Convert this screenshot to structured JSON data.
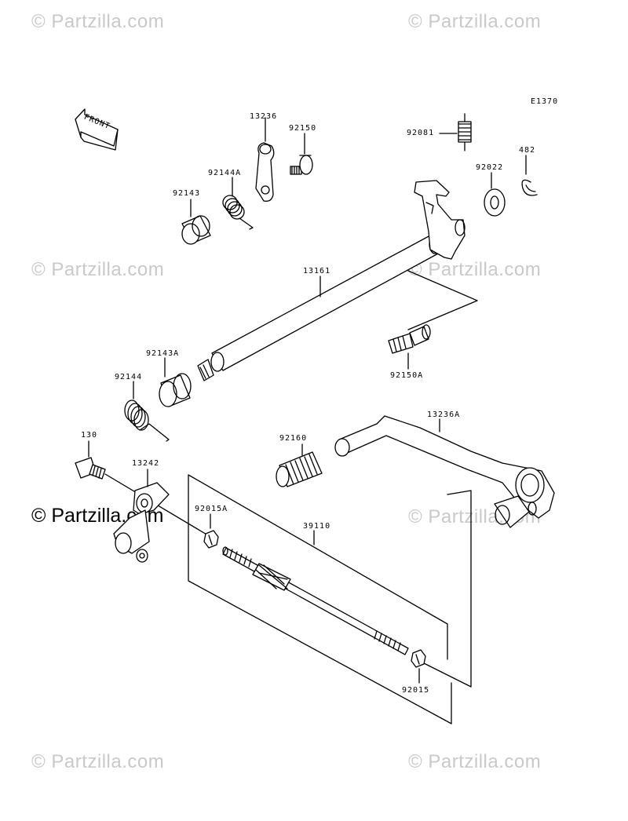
{
  "watermark": {
    "text": "© Partzilla.com",
    "main_text": "© Partzilla.com"
  },
  "diagram": {
    "code": "E1370",
    "front_label": "FRONT",
    "parts": {
      "p13236": "13236",
      "p92150": "92150",
      "p92081": "92081",
      "p482": "482",
      "p92144A": "92144A",
      "p92022": "92022",
      "p92143": "92143",
      "p13161": "13161",
      "p92150A": "92150A",
      "p92143A": "92143A",
      "p92144": "92144",
      "p13236A": "13236A",
      "p130": "130",
      "p92160": "92160",
      "p13242": "13242",
      "p92015A": "92015A",
      "p39110": "39110",
      "p92015": "92015"
    }
  }
}
